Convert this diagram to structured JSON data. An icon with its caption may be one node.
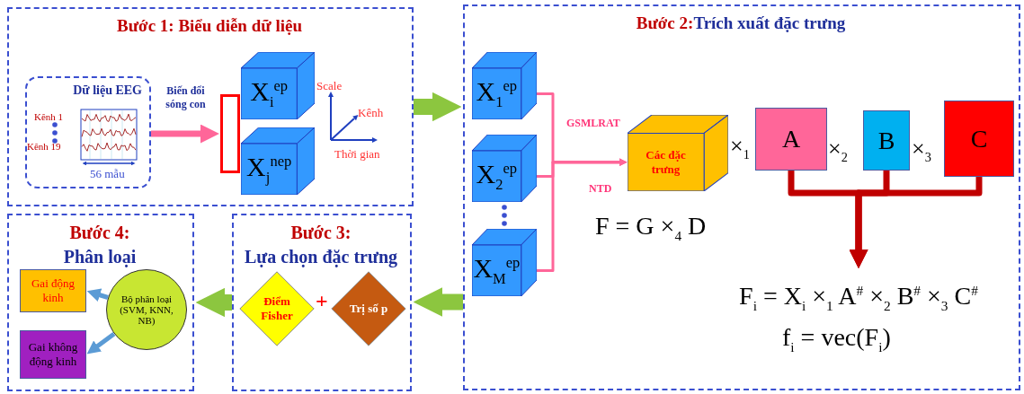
{
  "diagram": {
    "nodes": [
      {
        "text": [
          "Bước 1: Biểu diễn dữ liệu"
        ]
      },
      {
        "text": [
          "Dữ liệu EEG"
        ],
        "in": 0
      },
      {
        "text": [],
        "shape": "box",
        "in": 0
      },
      {
        "text": [
          "X$_{i}$$^{ep}$"
        ],
        "in": 0
      },
      {
        "text": [
          "X$_{j}$$^{nep}$"
        ],
        "in": 0
      },
      {
        "text": [
          "Bước 2:",
          "Trích xuất đặc trưng"
        ]
      },
      {
        "text": [
          "X$_{1}$$^{ep}$"
        ],
        "in": 5
      },
      {
        "text": [
          "X$_{2}$$^{ep}$"
        ],
        "in": 5
      },
      {
        "text": [
          "X$_{M}$$^{ep}$"
        ],
        "in": 5
      },
      {
        "text": [
          "Các đặc trưng"
        ],
        "in": 5
      },
      {
        "text": [
          "A"
        ],
        "in": 5
      },
      {
        "text": [
          "B"
        ],
        "in": 5
      },
      {
        "text": [
          "C"
        ],
        "in": 5
      },
      {
        "text": [
          "F$_{i}$ = X$_{i}$ ×$_{1}$ A$^{#}$ ×$_{2}$ B$^{#}$ ×$_{3}$ C$^{#}$"
        ],
        "in": 5
      },
      {
        "text": [
          "Bước 3:",
          "Lựa chọn đặc trưng"
        ]
      },
      {
        "text": [
          "Điểm Fisher"
        ],
        "in": 14
      },
      {
        "text": [
          "Trị số p"
        ],
        "in": 14
      },
      {
        "text": [
          "Bước 4:",
          "Phân loại"
        ]
      },
      {
        "text": [
          "Gai động kinh"
        ],
        "in": 17
      },
      {
        "text": [
          "Gai không động kinh"
        ],
        "in": 17
      },
      {
        "text": [
          "Bộ phân loại (SVM, KNN, NB)"
        ],
        "in": 17
      }
    ],
    "edges": [
      {
        "from": 1,
        "to": 2,
        "arrow": "to",
        "label": "Biến đổi sóng con",
        "color": "#ff6699"
      },
      {
        "from": 0,
        "to": 5,
        "arrow": "to",
        "style": "thick",
        "color": "#8cc63f"
      },
      {
        "from": 6,
        "to": 9,
        "arrow": "to",
        "color": "#ff6699"
      },
      {
        "from": 7,
        "to": 9,
        "arrow": "to",
        "color": "#ff6699"
      },
      {
        "from": 8,
        "to": 9,
        "arrow": "to",
        "color": "#ff6699"
      },
      {
        "from": 10,
        "to": 13,
        "arrow": "to",
        "color": "#c00000"
      },
      {
        "from": 11,
        "to": 13,
        "arrow": "to",
        "color": "#c00000"
      },
      {
        "from": 12,
        "to": 13,
        "arrow": "to",
        "color": "#c00000"
      },
      {
        "from": 5,
        "to": 14,
        "arrow": "to",
        "style": "thick",
        "color": "#8cc63f"
      },
      {
        "from": 14,
        "to": 17,
        "arrow": "to",
        "style": "thick",
        "color": "#8cc63f"
      },
      {
        "from": 20,
        "to": 18,
        "arrow": "to",
        "color": "#5b9bd5"
      },
      {
        "from": 20,
        "to": 19,
        "arrow": "to",
        "color": "#5b9bd5"
      }
    ],
    "labels": [
      "Kênh 1",
      "Kênh 19",
      "56 mẫu",
      "Scale",
      "Kênh",
      "Thời gian",
      "GSMLRAT",
      "NTD",
      "×$_{1}$",
      "×$_{2}$",
      "×$_{3}$",
      "F = G ×$_{4}$ D",
      "f$_{i}$ = vec(F$_{i}$)",
      "+"
    ]
  }
}
